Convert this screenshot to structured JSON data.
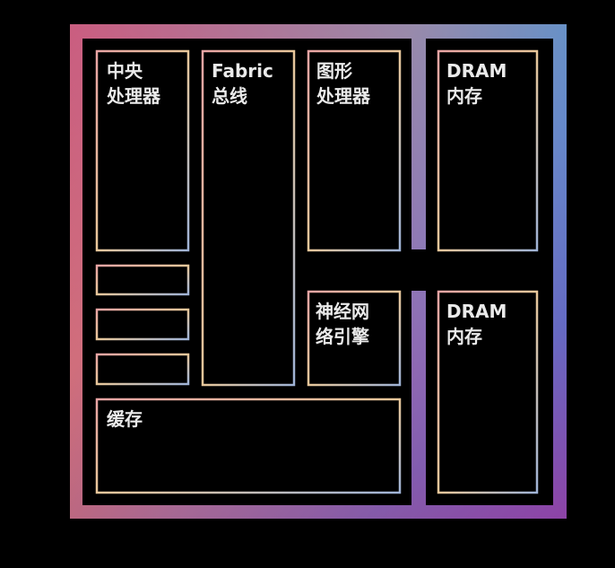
{
  "diagram": {
    "blocks": {
      "cpu": {
        "label": "中央\n处理器"
      },
      "fabric": {
        "label": "Fabric\n总线"
      },
      "gpu": {
        "label": "图形\n处理器"
      },
      "dram1": {
        "label": "DRAM\n内存"
      },
      "dram2": {
        "label": "DRAM\n内存"
      },
      "npu": {
        "label": "神经网\n络引擎"
      },
      "cache": {
        "label": "缓存"
      }
    }
  }
}
